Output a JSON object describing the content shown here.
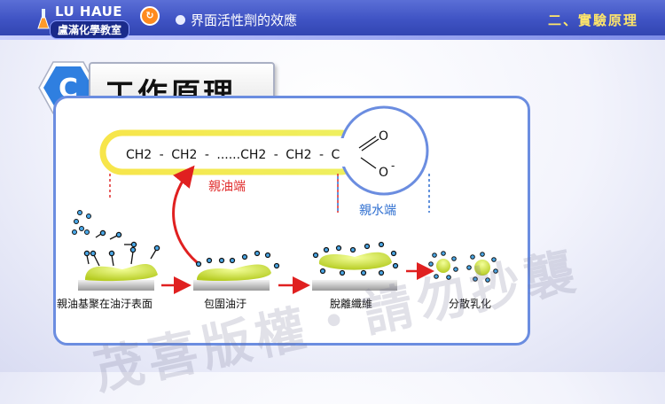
{
  "header": {
    "logo_en": "LU HAUE",
    "logo_zh": "盧滿化學教室",
    "topic": "界面活性劑的效應",
    "section": "二、實驗原理"
  },
  "badge": {
    "letter": "C"
  },
  "title": "工作原理",
  "molecule": {
    "segments": [
      "CH2",
      "-",
      "CH2",
      "-",
      "......CH2",
      "-",
      "CH2",
      "-",
      "C"
    ],
    "carbonyl_o": "O",
    "ion_o": "O",
    "charge": "-"
  },
  "regions": {
    "lipophilic": "親油端",
    "hydrophilic": "親水端"
  },
  "steps": [
    {
      "label": "親油基聚在油汙表面"
    },
    {
      "label": "包圍油汙"
    },
    {
      "label": "脫離纖維"
    },
    {
      "label": "分散乳化"
    }
  ],
  "watermark": "茂喜版權・請勿抄襲",
  "colors": {
    "header_blue": "#3f53c4",
    "accent_yellow": "#ffe66a",
    "tail_yellow": "#f4e24a",
    "head_blue": "#6b8de0",
    "arrow_red": "#e02020",
    "oil_green": "#cde23a",
    "lipo_red": "#e02a2a",
    "hydro_blue": "#2f6fd0"
  }
}
